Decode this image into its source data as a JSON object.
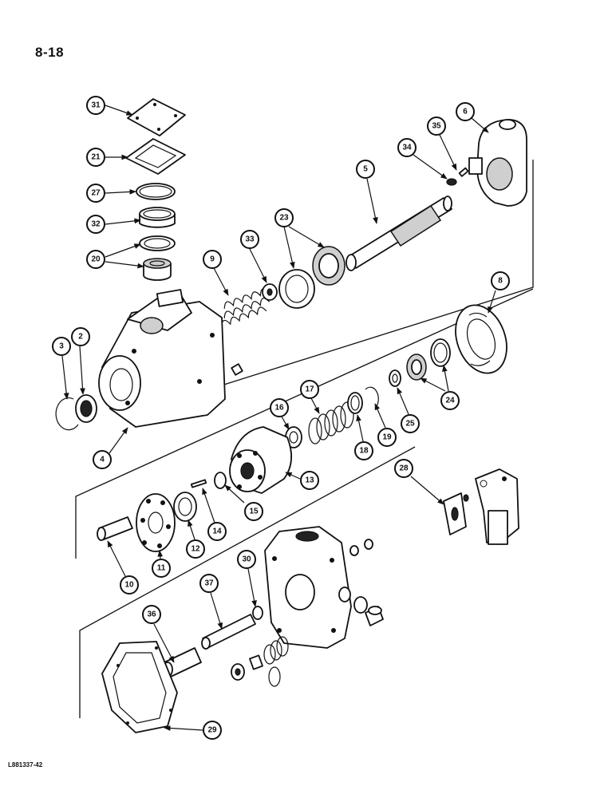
{
  "page": {
    "number": "8-18",
    "figure_code": "L881337-42"
  },
  "callouts": [
    {
      "id": "c31",
      "label": "31"
    },
    {
      "id": "c21",
      "label": "21"
    },
    {
      "id": "c27",
      "label": "27"
    },
    {
      "id": "c32",
      "label": "32"
    },
    {
      "id": "c20",
      "label": "20"
    },
    {
      "id": "c33",
      "label": "33"
    },
    {
      "id": "c9",
      "label": "9"
    },
    {
      "id": "c23",
      "label": "23"
    },
    {
      "id": "c5",
      "label": "5"
    },
    {
      "id": "c34",
      "label": "34"
    },
    {
      "id": "c35",
      "label": "35"
    },
    {
      "id": "c6",
      "label": "6"
    },
    {
      "id": "c8",
      "label": "8"
    },
    {
      "id": "c3",
      "label": "3"
    },
    {
      "id": "c2",
      "label": "2"
    },
    {
      "id": "c4",
      "label": "4"
    },
    {
      "id": "c16",
      "label": "16"
    },
    {
      "id": "c17",
      "label": "17"
    },
    {
      "id": "c18",
      "label": "18"
    },
    {
      "id": "c19",
      "label": "19"
    },
    {
      "id": "c25",
      "label": "25"
    },
    {
      "id": "c24",
      "label": "24"
    },
    {
      "id": "c13",
      "label": "13"
    },
    {
      "id": "c15",
      "label": "15"
    },
    {
      "id": "c14",
      "label": "14"
    },
    {
      "id": "c12",
      "label": "12"
    },
    {
      "id": "c11",
      "label": "11"
    },
    {
      "id": "c10",
      "label": "10"
    },
    {
      "id": "c28",
      "label": "28"
    },
    {
      "id": "c30",
      "label": "30"
    },
    {
      "id": "c37",
      "label": "37"
    },
    {
      "id": "c36",
      "label": "36"
    },
    {
      "id": "c29",
      "label": "29"
    }
  ]
}
